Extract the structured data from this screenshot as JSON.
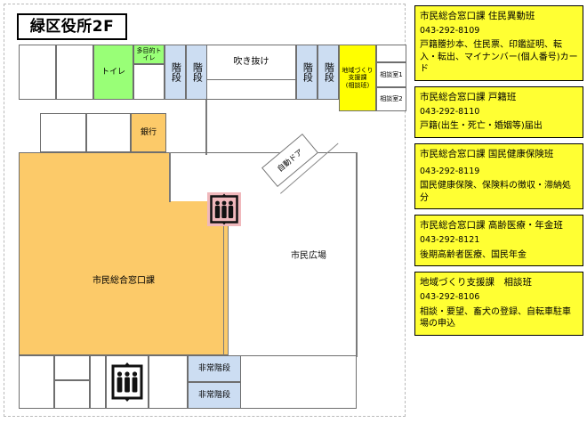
{
  "map": {
    "title": "緑区役所2F",
    "rooms": {
      "toilet": "トイレ",
      "multipurpose_toilet": "多目的トイレ",
      "stairs_1": "階段",
      "stairs_2": "階段",
      "atrium": "吹き抜け",
      "community_support": "地域づくり支援課\n(相談班)",
      "community_support_line1": "地域づくり支援課",
      "community_support_line2": "(相談班)",
      "consult_room_1": "相談室1",
      "consult_room_2": "相談室2",
      "bank": "銀行",
      "citizen_counter": "市民総合窓口課",
      "citizen_plaza": "市民広場",
      "emergency_stairs_1": "非常階段",
      "emergency_stairs_2": "非常階段",
      "auto_door": "自動ドア"
    },
    "icons": {
      "elevator_center": "elevator-icon",
      "elevator_bottom": "elevator-icon"
    },
    "colors": {
      "green": "#99ff77",
      "blue": "#ccddf2",
      "yellow": "#ffff00",
      "orange": "#fcca69",
      "elevator_pink": "#f0b8bc",
      "info_yellow": "#ffff33"
    }
  },
  "info": {
    "boxes": [
      {
        "title": "市民総合窓口課 住民異動班",
        "tel": "043-292-8109",
        "desc": "戸籍謄抄本、住民票、印鑑証明、転入・転出、マイナンバー(個人番号)カード"
      },
      {
        "title": "市民総合窓口課 戸籍班",
        "tel": "043-292-8110",
        "desc": "戸籍(出生・死亡・婚姻等)届出"
      },
      {
        "title": "市民総合窓口課 国民健康保険班",
        "tel": "043-292-8119",
        "desc": "国民健康保険、保険料の徴収・滞納処分"
      },
      {
        "title": "市民総合窓口課 高齢医療・年金班",
        "tel": "043-292-8121",
        "desc": "後期高齢者医療、国民年金"
      },
      {
        "title": "地域づくり支援課　相談班",
        "tel": "043-292-8106",
        "desc": "相談・要望、畜犬の登録、自転車駐車場の申込"
      }
    ]
  }
}
